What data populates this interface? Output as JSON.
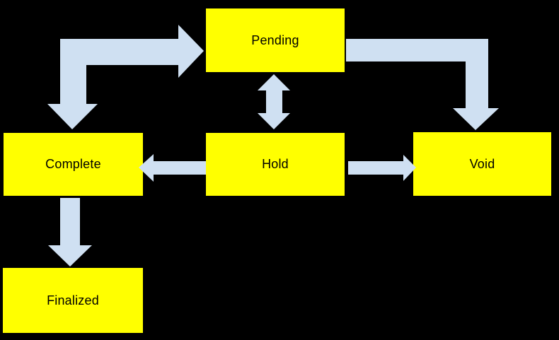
{
  "diagram": {
    "type": "flowchart",
    "nodes": [
      {
        "id": "pending",
        "label": "Pending"
      },
      {
        "id": "complete",
        "label": "Complete"
      },
      {
        "id": "hold",
        "label": "Hold"
      },
      {
        "id": "void",
        "label": "Void"
      },
      {
        "id": "finalized",
        "label": "Finalized"
      }
    ],
    "edges": [
      {
        "from": "Complete",
        "to": "Pending",
        "style": "bent-block-arrow",
        "bidirectional": true
      },
      {
        "from": "Pending",
        "to": "Hold",
        "style": "block-arrow",
        "bidirectional": true
      },
      {
        "from": "Pending",
        "to": "Void",
        "style": "bent-block-arrow",
        "bidirectional": false
      },
      {
        "from": "Hold",
        "to": "Complete",
        "style": "block-arrow",
        "bidirectional": false
      },
      {
        "from": "Hold",
        "to": "Void",
        "style": "block-arrow",
        "bidirectional": false
      },
      {
        "from": "Complete",
        "to": "Finalized",
        "style": "block-arrow",
        "bidirectional": false
      }
    ],
    "colors": {
      "background": "#000000",
      "node_fill": "#ffff00",
      "node_border": "#000000",
      "node_text": "#000000",
      "arrow_fill": "#cfe0f2"
    }
  }
}
